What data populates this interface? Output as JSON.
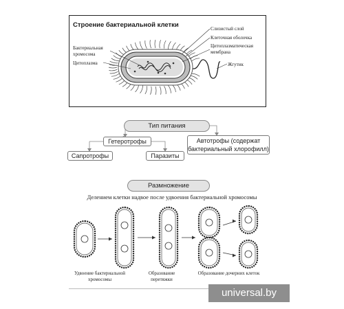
{
  "structure": {
    "title": "Строение бактериальной клетки",
    "labels": {
      "capsule": "Слизистый слой",
      "cell_wall": "Клеточная оболочка",
      "membrane": "Цитоплазматическая мембрана",
      "chromosome": "Бактериальная хромосома",
      "cytoplasm": "Цитоплазма",
      "flagellum": "Жгутик"
    }
  },
  "nutrition": {
    "title": "Тип питания",
    "heterotrophs": "Гетеротрофы",
    "autotrophs": "Автотрофы (содержат бактериальный хлорофилл)",
    "saprotrophs": "Сапротрофы",
    "parasites": "Паразиты"
  },
  "reproduction": {
    "title": "Размножение",
    "subtitle": "Делением клетки надвое после удвоения бактериальной хромосомы",
    "steps": [
      "Удвоение бактериальной хромосомы",
      "Образование перетяжки",
      "Образование дочерних клеток"
    ]
  },
  "watermark": "universal.by"
}
